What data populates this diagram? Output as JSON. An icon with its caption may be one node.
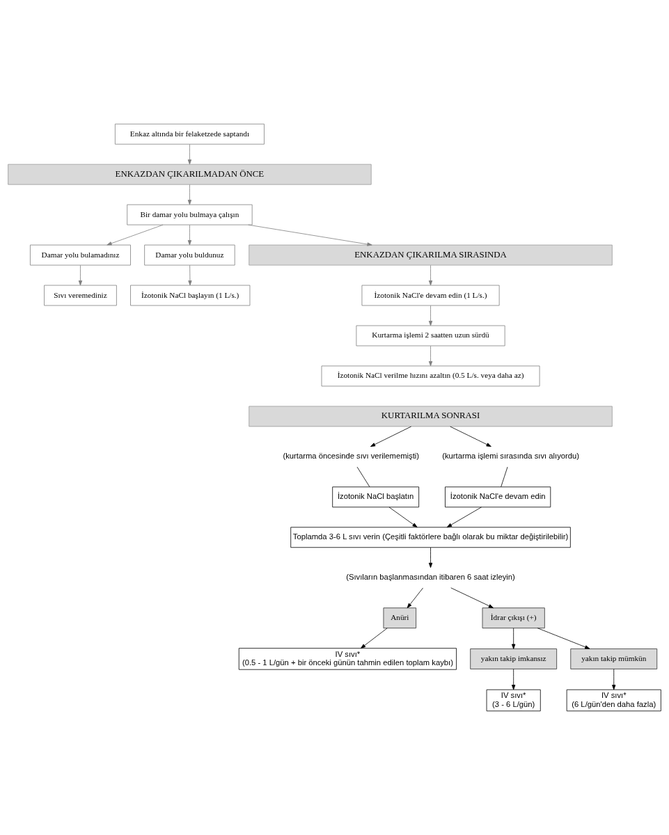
{
  "diagram": {
    "nodes": [
      {
        "text": [
          "Enkaz altında bir felaketzede saptandı"
        ]
      },
      {
        "text": [
          "ENKAZDAN ÇIKARILMADAN ÖNCE"
        ]
      },
      {
        "text": [
          "Bir damar yolu bulmaya çalışın"
        ]
      },
      {
        "text": [
          "Damar yolu bulamadınız"
        ]
      },
      {
        "text": [
          "Damar yolu buldunuz"
        ]
      },
      {
        "text": [
          "Sıvı veremediniz"
        ]
      },
      {
        "text": [
          "İzotonik NaCl başlayın (1 L/s.)"
        ]
      },
      {
        "text": [
          "ENKAZDAN ÇIKARILMA SIRASINDA"
        ]
      },
      {
        "text": [
          "İzotonik NaCl'e devam edin (1 L/s.)"
        ]
      },
      {
        "text": [
          "Kurtarma işlemi 2 saatten uzun sürdü"
        ]
      },
      {
        "text": [
          "İzotonik NaCl verilme hızını azaltın (0.5 L/s. veya daha az)"
        ]
      },
      {
        "text": [
          "KURTARILMA SONRASI"
        ]
      },
      {
        "text": [
          "(kurtarma öncesinde sıvı verilememişti)"
        ]
      },
      {
        "text": [
          "(kurtarma işlemi sırasında sıvı alıyordu)"
        ]
      },
      {
        "text": [
          "İzotonik NaCl başlatın"
        ]
      },
      {
        "text": [
          "İzotonik NaCl'e devam edin"
        ]
      },
      {
        "text": [
          "Toplamda 3-6 L sıvı verin (Çeşitli faktörlere bağlı olarak bu miktar değiştirilebilir)"
        ]
      },
      {
        "text": [
          "(Sıvıların başlanmasından itibaren 6 saat izleyin)"
        ]
      },
      {
        "text": [
          "Anüri"
        ]
      },
      {
        "text": [
          "İdrar çıkışı (+)"
        ]
      },
      {
        "text": [
          "yakın takip imkansız"
        ]
      },
      {
        "text": [
          "yakın takip mümkün"
        ]
      },
      {
        "text": [
          "IV sıvı*",
          "(0.5 - 1 L/gün + bir önceki günün tahmin edilen toplam kaybı)"
        ]
      },
      {
        "text": [
          "IV sıvı*",
          "(3 - 6 L/gün)"
        ]
      },
      {
        "text": [
          "IV sıvı*",
          "(6 L/gün'den daha fazla)"
        ]
      }
    ],
    "edges": [
      {
        "from": 0,
        "to": 1,
        "arrow": "to",
        "color": "#808080"
      },
      {
        "from": 1,
        "to": 2,
        "arrow": "to",
        "color": "#808080"
      },
      {
        "from": 2,
        "to": 3,
        "arrow": "to",
        "color": "#808080"
      },
      {
        "from": 2,
        "to": 4,
        "arrow": "to",
        "color": "#808080"
      },
      {
        "from": 2,
        "to": 7,
        "arrow": "to",
        "color": "#808080"
      },
      {
        "from": 3,
        "to": 5,
        "arrow": "to",
        "color": "#808080"
      },
      {
        "from": 4,
        "to": 6,
        "arrow": "to",
        "color": "#808080"
      },
      {
        "from": 7,
        "to": 8,
        "arrow": "to",
        "color": "#808080"
      },
      {
        "from": 8,
        "to": 9,
        "arrow": "to",
        "color": "#808080"
      },
      {
        "from": 9,
        "to": 10,
        "arrow": "to",
        "color": "#808080"
      },
      {
        "from": 11,
        "to": 12,
        "arrow": "to"
      },
      {
        "from": 11,
        "to": 13,
        "arrow": "to"
      },
      {
        "from": 12,
        "to": 14,
        "arrow": "none"
      },
      {
        "from": 14,
        "to": 16,
        "arrow": "to"
      },
      {
        "from": 13,
        "to": 15,
        "arrow": "none"
      },
      {
        "from": 15,
        "to": 16,
        "arrow": "to"
      },
      {
        "from": 16,
        "to": 17,
        "arrow": "to"
      },
      {
        "from": 17,
        "to": 18,
        "arrow": "to"
      },
      {
        "from": 17,
        "to": 19,
        "arrow": "to"
      },
      {
        "from": 18,
        "to": 22,
        "arrow": "to"
      },
      {
        "from": 19,
        "to": 20,
        "arrow": "to"
      },
      {
        "from": 19,
        "to": 21,
        "arrow": "to"
      },
      {
        "from": 20,
        "to": 23,
        "arrow": "to"
      },
      {
        "from": 21,
        "to": 24,
        "arrow": "to"
      }
    ]
  }
}
